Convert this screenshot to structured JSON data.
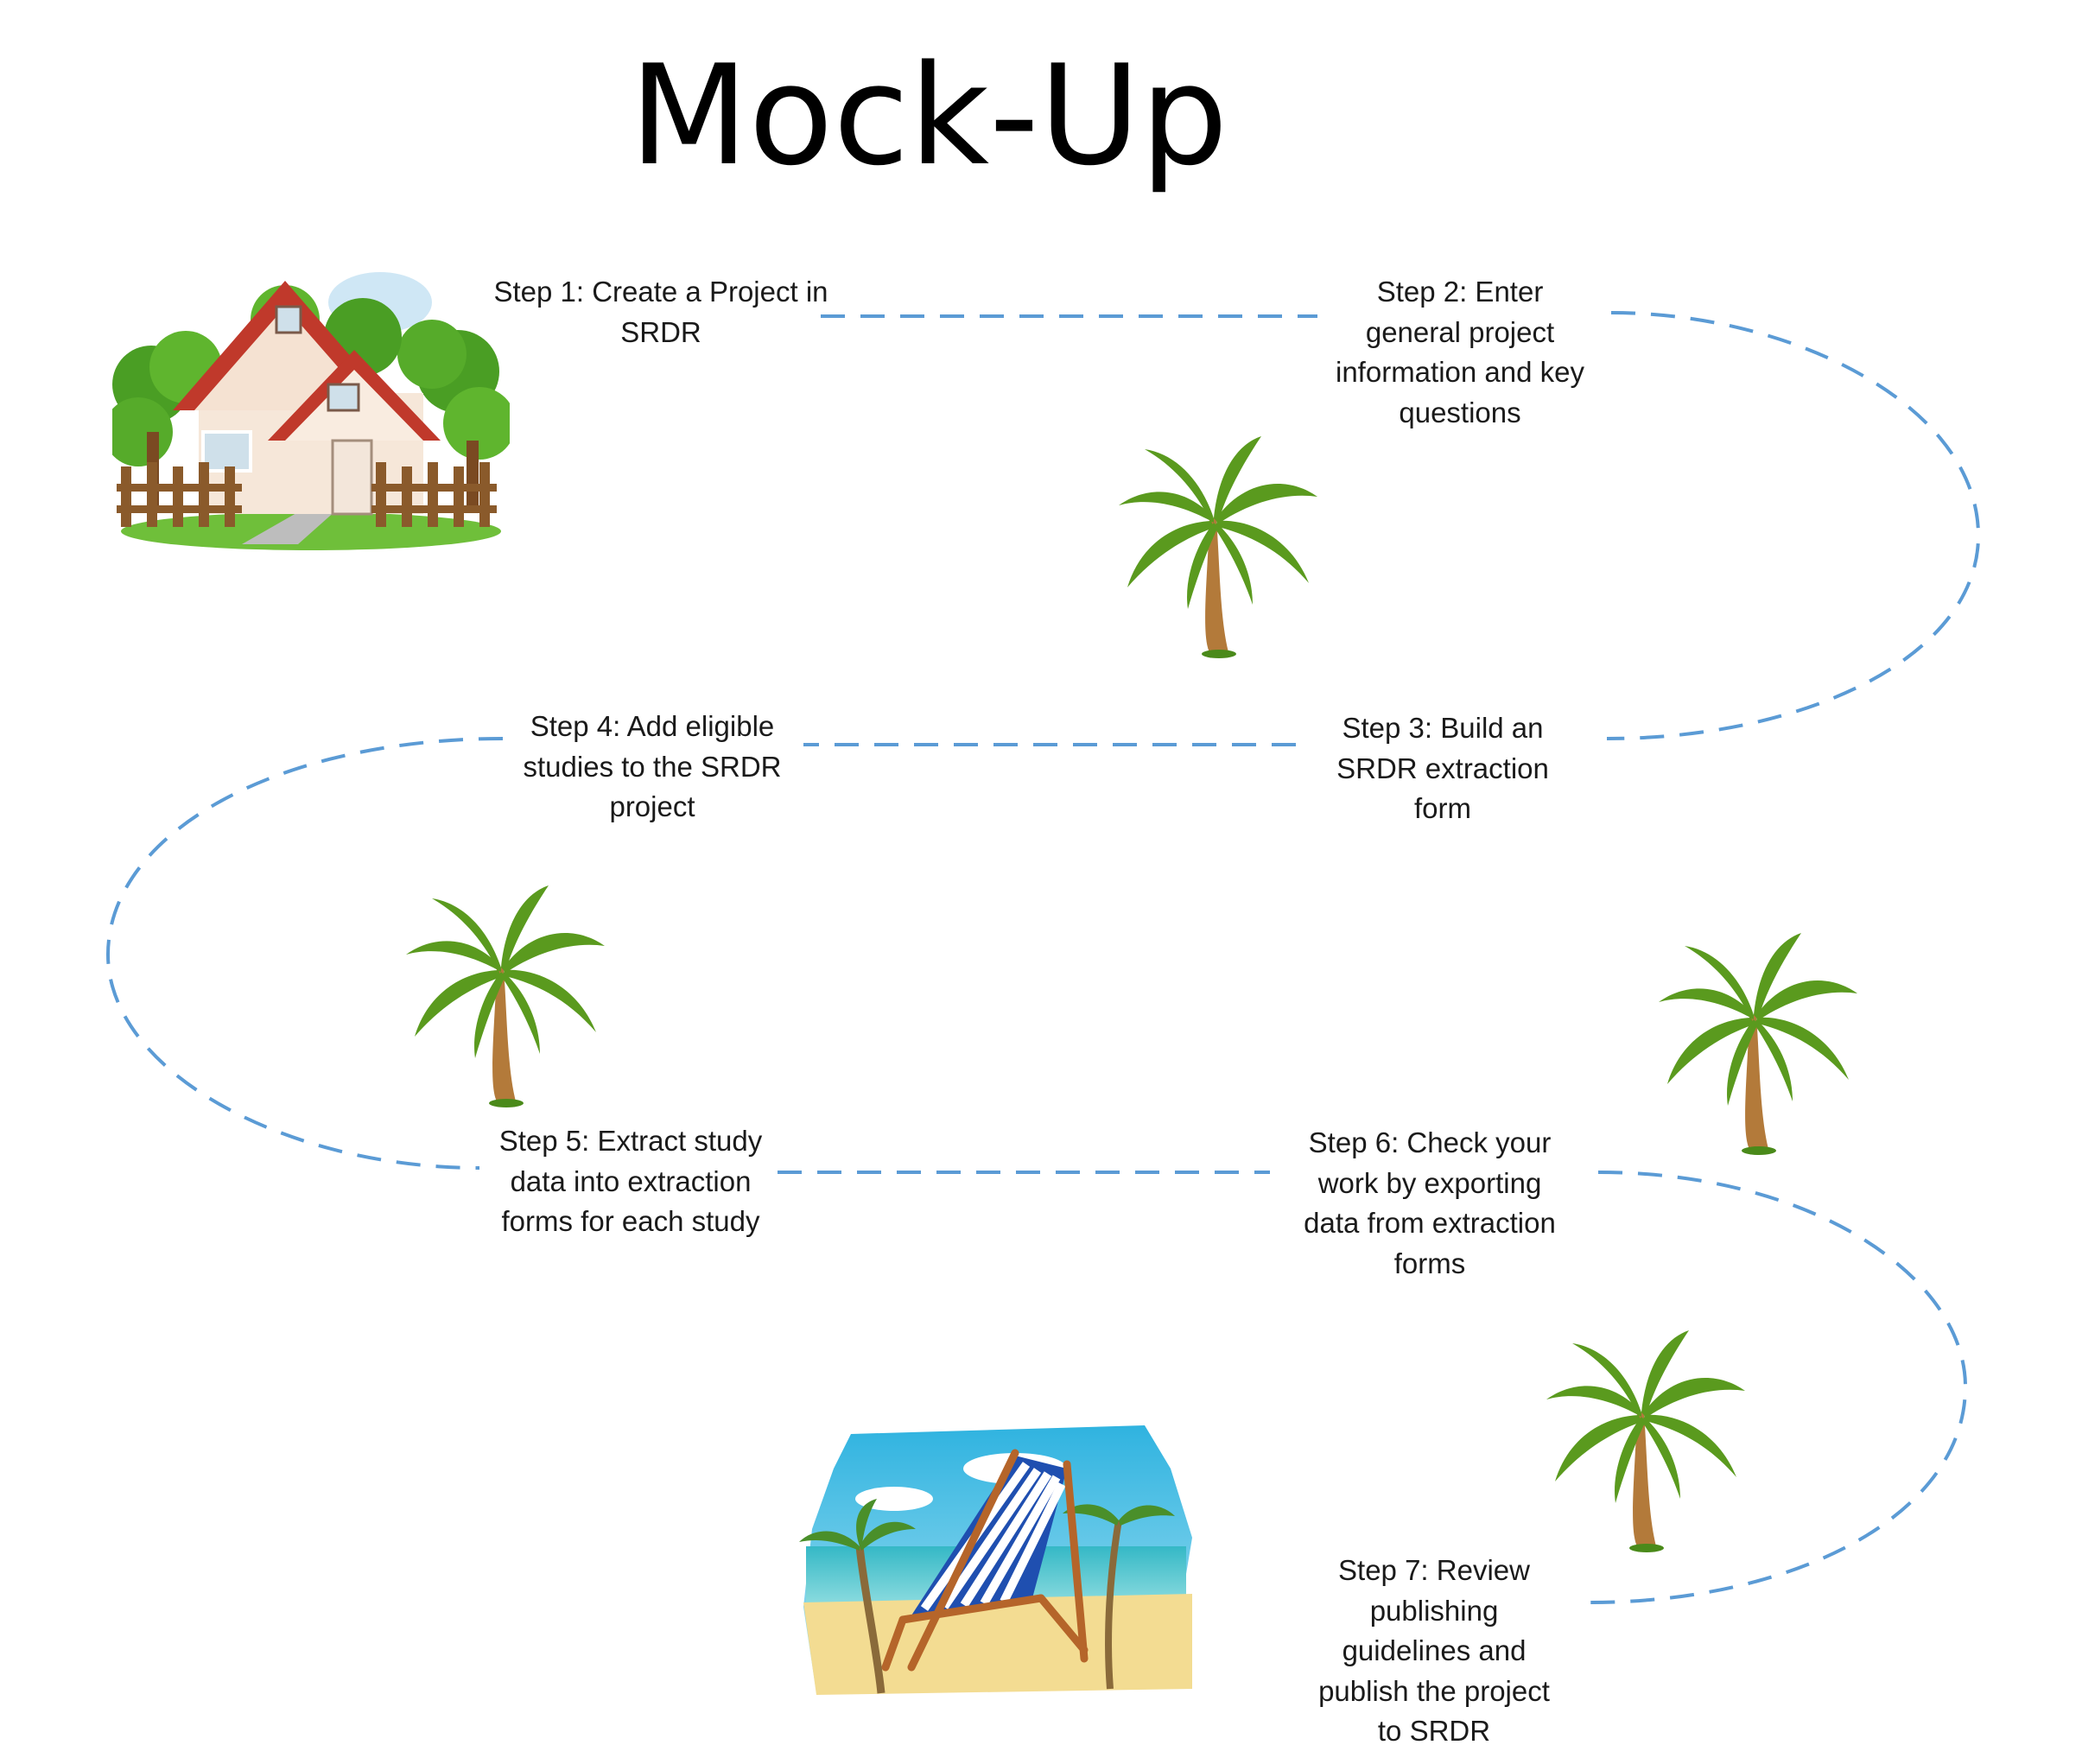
{
  "title": "Mock-Up",
  "steps": [
    {
      "label": "Step 1: Create a Project in SRDR"
    },
    {
      "label": "Step 2: Enter general project information and key questions"
    },
    {
      "label": "Step 3: Build an SRDR extraction form"
    },
    {
      "label": "Step 4: Add eligible studies to the SRDR project"
    },
    {
      "label": "Step 5: Extract study data into extraction forms for each study"
    },
    {
      "label": "Step 6: Check your work by exporting data from extraction forms"
    },
    {
      "label": "Step 7: Review publishing guidelines and publish the project to SRDR"
    }
  ],
  "colors": {
    "path": "#5b9bd5",
    "palm_leaf": "#5a9a1e",
    "trunk": "#b37a3a",
    "roof": "#c0392b"
  },
  "icons": [
    "house-icon",
    "palm-tree-icon",
    "beach-chair-icon"
  ]
}
